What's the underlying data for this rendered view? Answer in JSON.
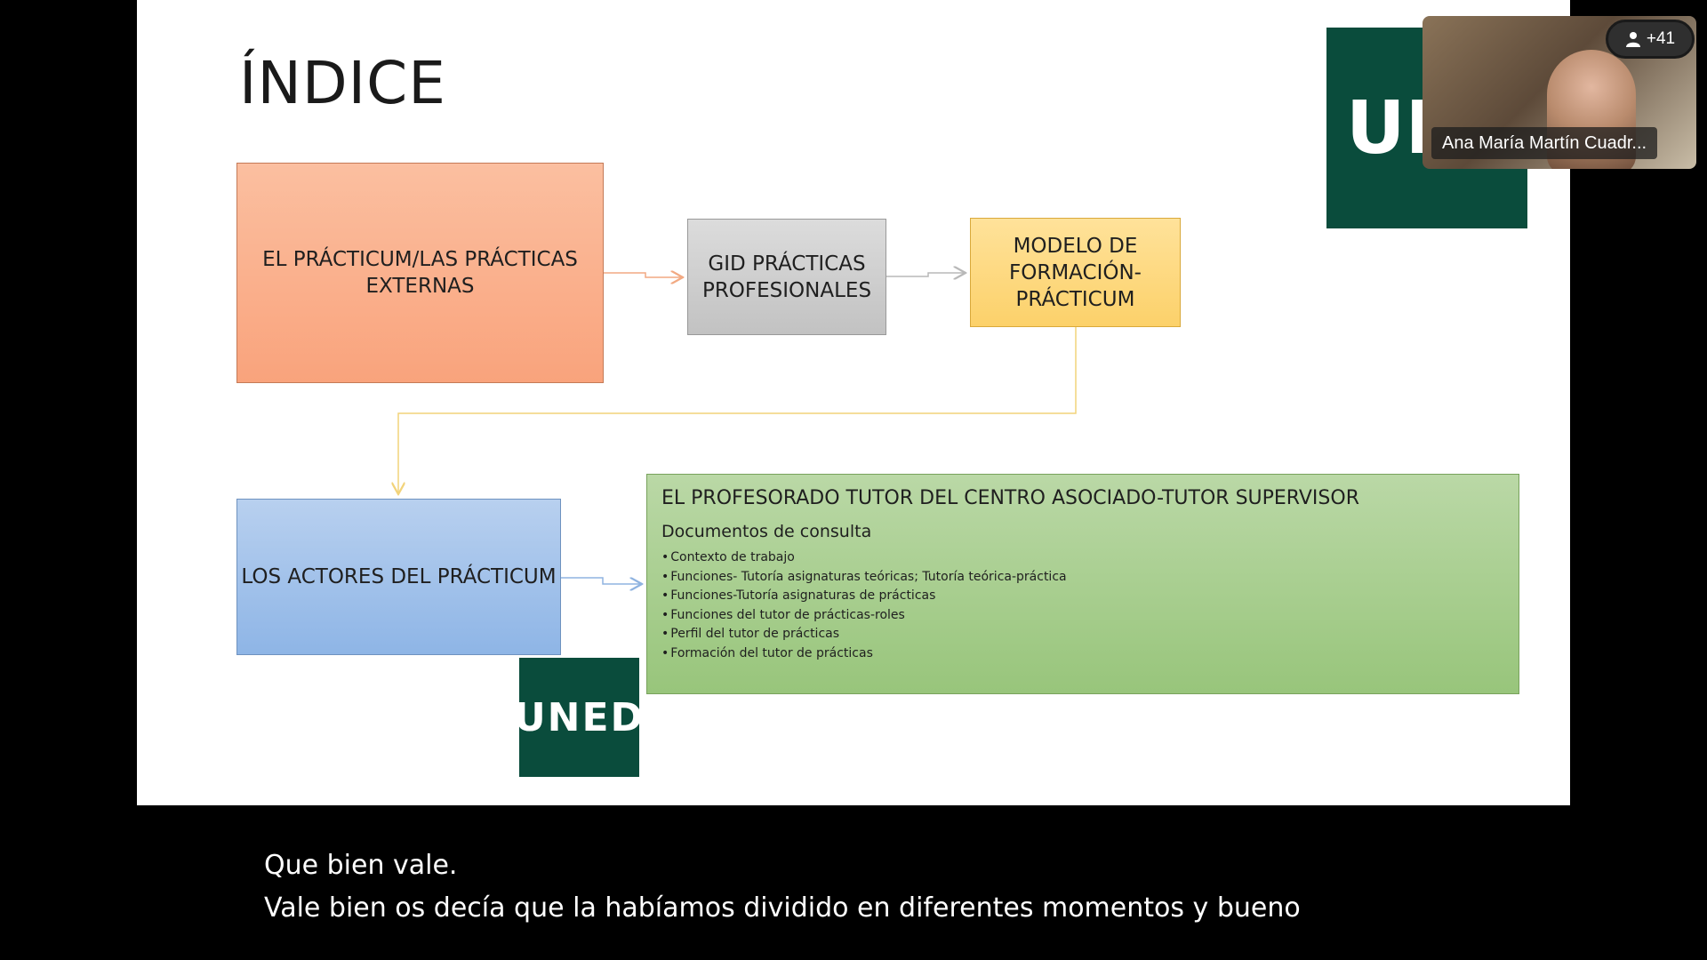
{
  "slide": {
    "title": "ÍNDICE",
    "boxes": {
      "practicum": "EL PRÁCTICUM/LAS PRÁCTICAS EXTERNAS",
      "gid": "GID PRÁCTICAS PROFESIONALES",
      "modelo": "MODELO DE FORMACIÓN-PRÁCTICUM",
      "actores": "LOS ACTORES DEL PRÁCTICUM"
    },
    "profesorado": {
      "title": "EL PROFESORADO TUTOR DEL CENTRO ASOCIADO-TUTOR SUPERVISOR",
      "subtitle": "Documentos de consulta",
      "items": [
        "Contexto de trabajo",
        "Funciones- Tutoría asignaturas teóricas; Tutoría teórica-práctica",
        "Funciones-Tutoría asignaturas de prácticas",
        "Funciones del tutor de prácticas-roles",
        "Perfil del tutor de prácticas",
        "Formación del tutor de prácticas"
      ]
    },
    "logos": {
      "bottom": "UNED",
      "top": "UN"
    }
  },
  "video": {
    "participant_name": "Ana María Martín Cuadr...",
    "participants_count": "+41"
  },
  "captions": {
    "line1": "Que bien vale.",
    "line2": "Vale bien os decía que la habíamos dividido en diferentes momentos y bueno"
  },
  "colors": {
    "uned_green": "#0a4c3c",
    "connector_orange": "#f2a982",
    "connector_yellow": "#f2d37a",
    "connector_blue": "#8fb3e0"
  }
}
